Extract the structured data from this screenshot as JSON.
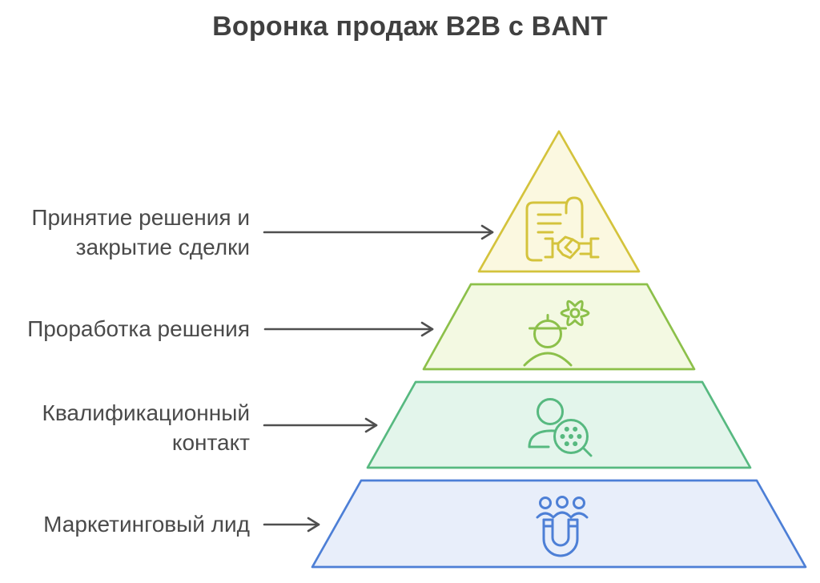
{
  "title": "Воронка продаж B2B с BANT",
  "colors": {
    "background": "#ffffff",
    "title_text": "#404040",
    "label_text": "#4a4a4a",
    "arrow": "#4f4f4f"
  },
  "funnel": {
    "levels": [
      {
        "label": "Принятие решения и закрытие сделки",
        "label_lines": [
          "Принятие решения и",
          "закрытие сделки"
        ],
        "icon": "contract-handshake-icon",
        "fill": "#fbf8e0",
        "stroke": "#d4c33c"
      },
      {
        "label": "Проработка решения",
        "label_lines": [
          "Проработка решения"
        ],
        "icon": "engineer-gear-icon",
        "fill": "#f3f9e2",
        "stroke": "#8cc04a"
      },
      {
        "label": "Квалификационный контакт",
        "label_lines": [
          "Квалификационный",
          "контакт"
        ],
        "icon": "person-search-icon",
        "fill": "#e3f5eb",
        "stroke": "#57b980"
      },
      {
        "label": "Маркетинговый лид",
        "label_lines": [
          "Маркетинговый лид"
        ],
        "icon": "people-magnet-icon",
        "fill": "#e8eefa",
        "stroke": "#4d7fd6"
      }
    ]
  }
}
